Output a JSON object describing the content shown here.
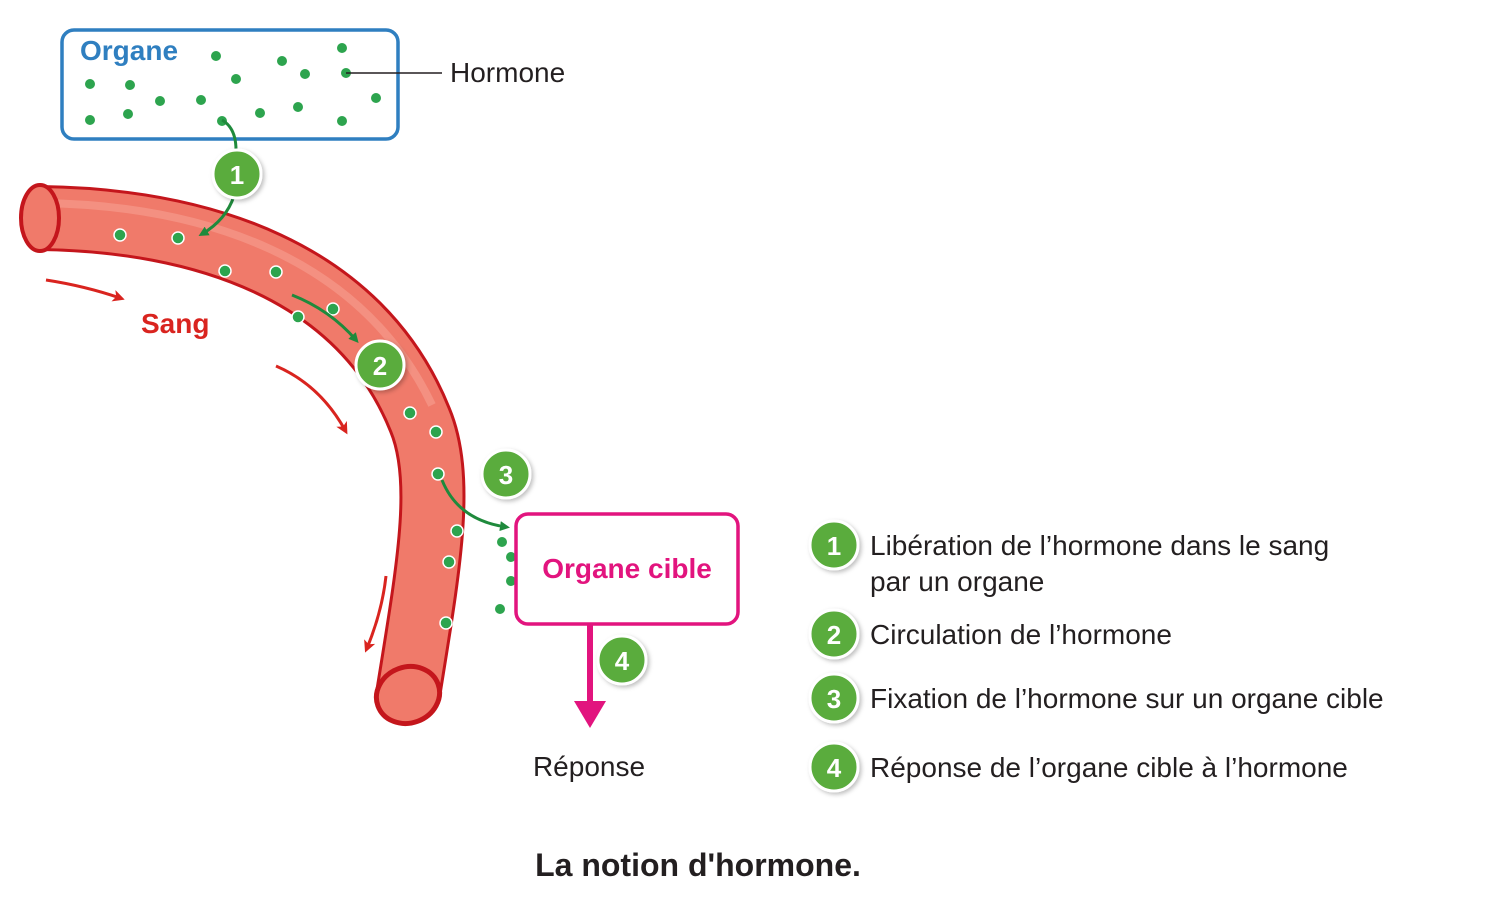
{
  "diagram": {
    "caption": "La notion d'hormone.",
    "source_organ": "Organe",
    "hormone_label": "Hormone",
    "blood_label": "Sang",
    "target_organ": "Organe cible",
    "response_label": "Réponse"
  },
  "steps": [
    {
      "number": "1",
      "lines": [
        "Libération de l’hormone dans le sang",
        "par un organe"
      ]
    },
    {
      "number": "2",
      "lines": [
        "Circulation de l’hormone"
      ]
    },
    {
      "number": "3",
      "lines": [
        "Fixation de l’hormone sur un organe cible"
      ]
    },
    {
      "number": "4",
      "lines": [
        "Réponse de l’organe cible à l’hormone"
      ]
    }
  ],
  "colors": {
    "source_organ": "#2f7fc0",
    "hormone": "#2da44e",
    "blood": "#f07a6a",
    "blood_dark": "#c4161c",
    "blood_label": "#d9241f",
    "target_organ": "#e2147e",
    "step_badge": "#5aac3c",
    "text": "#231f20"
  }
}
